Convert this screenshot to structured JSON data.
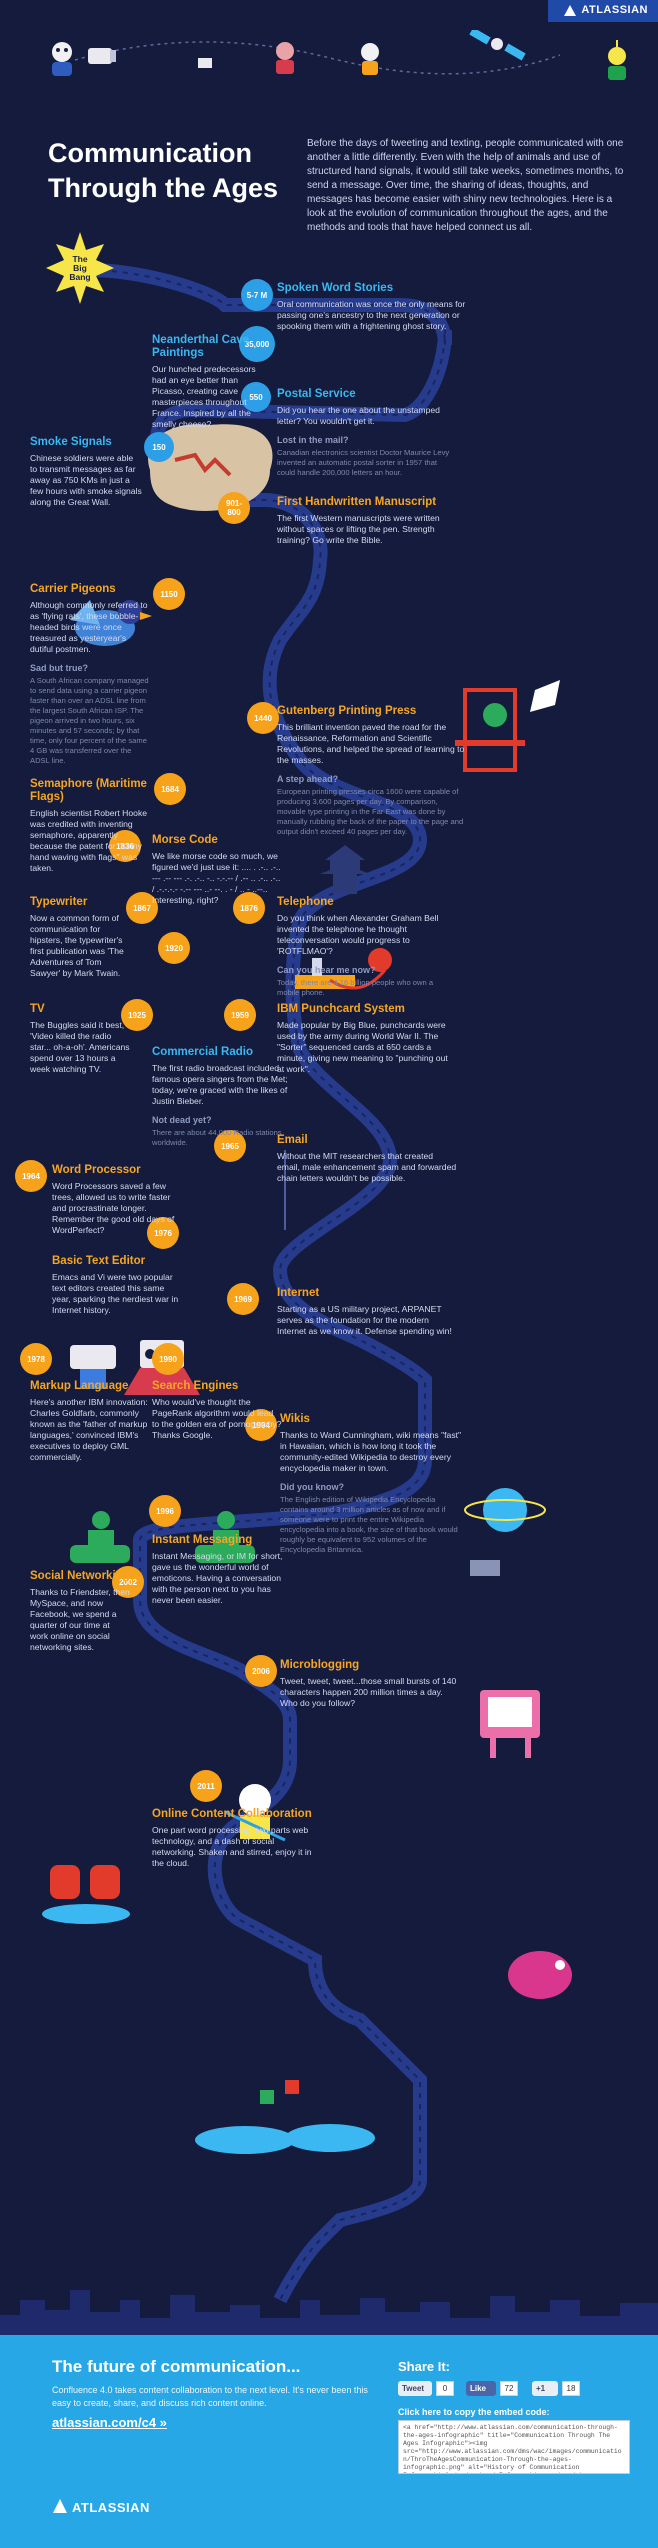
{
  "brand": "ATLASSIAN",
  "header": {
    "title": "Communication\nThrough the Ages",
    "intro": "Before the days of tweeting and texting, people communicated with one another a little differently. Even with the help of animals and use of structured hand signals, it would still take weeks, sometimes months, to send a message. Over time, the sharing of ideas, thoughts, and messages has become easier with shiny new technologies. Here is a look at the evolution of communication throughout the ages, and the methods and tools that have helped connect us all."
  },
  "big_bang": "The\nBig\nBang",
  "colors": {
    "background": "#141b3c",
    "road": "#273b8d",
    "orange": "#f7a21b",
    "blue": "#2d9fe6",
    "footer": "#28a7e6"
  },
  "events": [
    {
      "id": "spoken-word",
      "year": "5-7 M",
      "color": "blue",
      "title": "Spoken Word Stories",
      "desc": "Oral communication was once the only means for passing one's ancestry to the next generation or spooking them with a frightening ghost story."
    },
    {
      "id": "cave-paintings",
      "year": "35,000",
      "color": "blue",
      "title": "Neanderthal Cave Paintings",
      "desc": "Our hunched predecessors had an eye better than Picasso, creating cave masterpieces throughout France. Inspired by all the smelly cheese?"
    },
    {
      "id": "postal-service",
      "year": "550",
      "color": "blue",
      "title": "Postal Service",
      "desc": "Did you hear the one about the unstamped letter? You wouldn't get it.",
      "sub": "Lost in the mail?",
      "subdesc": "Canadian electronics scientist Doctor Maurice Levy invented an automatic postal sorter in 1957 that could handle 200,000 letters an hour."
    },
    {
      "id": "smoke-signals",
      "year": "150",
      "color": "blue",
      "title": "Smoke Signals",
      "desc": "Chinese soldiers were able to transmit messages as far away as 750 KMs in just a few hours with smoke signals along the Great Wall."
    },
    {
      "id": "handwritten-manuscript",
      "year": "901-\n800",
      "color": "orange",
      "title": "First Handwritten Manuscript",
      "desc": "The first Western manuscripts were written without spaces or lifting the pen. Strength training? Go write the Bible."
    },
    {
      "id": "carrier-pigeons",
      "year": "1150",
      "color": "orange",
      "title": "Carrier Pigeons",
      "desc": "Although commonly referred to as 'flying rats', these bobble-headed birds were once treasured as yesteryear's dutiful postmen.",
      "sub": "Sad but true?",
      "subdesc": "A South African company managed to send data using a carrier pigeon faster than over an ADSL line from the largest South African ISP. The pigeon arrived in two hours, six minutes and 57 seconds; by that time, only four percent of the same 4 GB was transferred over the ADSL line."
    },
    {
      "id": "gutenberg-press",
      "year": "1440",
      "color": "orange",
      "title": "Gutenberg Printing Press",
      "desc": "This brilliant invention paved the road for the Renaissance, Reformation and Scientific Revolutions, and helped the spread of learning to the masses.",
      "sub": "A step ahead?",
      "subdesc": "European printing presses circa 1600 were capable of producing 3,600 pages per day. By comparison, movable type printing in the Far East was done by manually rubbing the back of the paper to the page and output didn't exceed 40 pages per day."
    },
    {
      "id": "semaphore",
      "year": "1684",
      "color": "orange",
      "title": "Semaphore (Maritime Flags)",
      "desc": "English scientist Robert Hooke was credited with inventing semaphore, apparently because the patent for \"funny hand waving with flags\" was taken."
    },
    {
      "id": "morse-code",
      "year": "1836",
      "color": "orange",
      "title": "Morse Code",
      "desc": "We like morse code so much, we figured we'd just use it: .... . .-.. .-.. --- .-- --- .-. .-.. -.. -.-.-- / .-- .. .-.. .-.. / .-.-.-.- -.-- --- ..- --. . - / .. - ..--.. Interesting, right?"
    },
    {
      "id": "typewriter",
      "year": "1867",
      "color": "orange",
      "title": "Typewriter",
      "desc": "Now a common form of communication for hipsters, the typewriter's first publication was 'The Adventures of Tom Sawyer' by Mark Twain."
    },
    {
      "id": "telephone",
      "year": "1876",
      "color": "orange",
      "title": "Telephone",
      "desc": "Do you think when Alexander Graham Bell invented the telephone he thought teleconversation would progress to 'ROTFLMAO'?",
      "sub": "Can you hear me now?",
      "subdesc": "Today, there are 4.16 billion people who own a mobile phone."
    },
    {
      "id": "commercial-radio",
      "year": "1920",
      "color": "blue",
      "title": "Commercial Radio",
      "desc": "The first radio broadcast included famous opera singers from the Met; today, we're graced with the likes of Justin Bieber.",
      "sub": "Not dead yet?",
      "subdesc": "There are about 44,000 Radio stations worldwide."
    },
    {
      "id": "tv",
      "year": "1925",
      "color": "orange",
      "title": "TV",
      "desc": "The Buggles said it best, 'Video killed the radio star... oh-a-oh'. Americans spend over 13 hours a week watching TV."
    },
    {
      "id": "punchcard",
      "year": "1959",
      "color": "orange",
      "title": "IBM Punchcard System",
      "desc": "Made popular by Big Blue, punchcards were used by the army during World War II. The \"Sorter\" sequenced cards at 650 cards a minute, giving new meaning to \"punching out at work\"."
    },
    {
      "id": "word-processor",
      "year": "1964",
      "color": "orange",
      "title": "Word Processor",
      "desc": "Word Processors saved a few trees, allowed us to write faster and procrastinate longer. Remember the good old days of WordPerfect?"
    },
    {
      "id": "email",
      "year": "1965",
      "color": "orange",
      "title": "Email",
      "desc": "Without the MIT researchers that created email, male enhancement spam and forwarded chain letters wouldn't be possible."
    },
    {
      "id": "text-editor",
      "year": "1976",
      "color": "orange",
      "title": "Basic Text Editor",
      "desc": "Emacs and Vi were two popular text editors created this same year, sparking the nerdiest war in Internet history."
    },
    {
      "id": "internet",
      "year": "1969",
      "color": "orange",
      "title": "Internet",
      "desc": "Starting as a US military project, ARPANET serves as the foundation for the modern Internet as we know it. Defense spending win!"
    },
    {
      "id": "markup-language",
      "year": "1978",
      "color": "orange",
      "title": "Markup Language",
      "desc": "Here's another IBM innovation: Charles Goldfarb, commonly known as the 'father of markup languages,' convinced IBM's executives to deploy GML commercially."
    },
    {
      "id": "search-engines",
      "year": "1990",
      "color": "orange",
      "title": "Search Engines",
      "desc": "Who would've thought the PageRank algorithm would lead to the golden era of pornography? Thanks Google."
    },
    {
      "id": "wikis",
      "year": "1994",
      "color": "orange",
      "title": "Wikis",
      "desc": "Thanks to Ward Cunningham, wiki means \"fast\" in Hawaiian, which is how long it took the community-edited Wikipedia to destroy every encyclopedia maker in town.",
      "sub": "Did you know?",
      "subdesc": "The English edition of Wikipedia Encyclopedia contains around 3 million articles as of now and if someone were to print the entire Wikipedia encyclopedia into a book, the size of that book would roughly be equivalent to 952 volumes of the Encyclopedia Britannica."
    },
    {
      "id": "instant-messaging",
      "year": "1996",
      "color": "orange",
      "title": "Instant Messaging",
      "desc": "Instant Messaging, or IM for short, gave us the wonderful world of emoticons. Having a conversation with the person next to you has never been easier."
    },
    {
      "id": "social-networking",
      "year": "2002",
      "color": "orange",
      "title": "Social Networking",
      "desc": "Thanks to Friendster, then MySpace, and now Facebook, we spend a quarter of our time at work online on social networking sites."
    },
    {
      "id": "microblogging",
      "year": "2006",
      "color": "orange",
      "title": "Microblogging",
      "desc": "Tweet, tweet, tweet...those small bursts of 140 characters happen 200 million times a day. Who do you follow?"
    },
    {
      "id": "online-collaboration",
      "year": "2011",
      "color": "orange",
      "title": "Online Content Collaboration",
      "desc": "One part word processing, two parts web technology, and a dash of social networking. Shaken and stirred, enjoy it in the cloud."
    }
  ],
  "footer": {
    "title": "The future of communication...",
    "text": "Confluence 4.0 takes content collaboration to the next level. It's never been this easy to create, share, and discuss rich content online.",
    "link": "atlassian.com/c4 »",
    "share_title": "Share It:",
    "tweet_label": "Tweet",
    "tweet_count": "0",
    "like_label": "Like",
    "like_count": "72",
    "plus_label": "+1",
    "plus_count": "18",
    "embed_label": "Click here to copy the embed code:",
    "embed_code": "<a href=\"http://www.atlassian.com/communication-through-the-ages-infographic\" title=\"Communication Through The Ages Infographic\"><img src=\"http://www.atlassian.com/dms/wac/images/communication/ThroTheAgesCommunication-Through-the-ages-infographic.png\" alt=\"History of Communication Infographic\" /></a><br />Infographic produced by <a href=\"http://www.atlassian.com/\" target=\"_blank\">Atlassian</a>"
  }
}
